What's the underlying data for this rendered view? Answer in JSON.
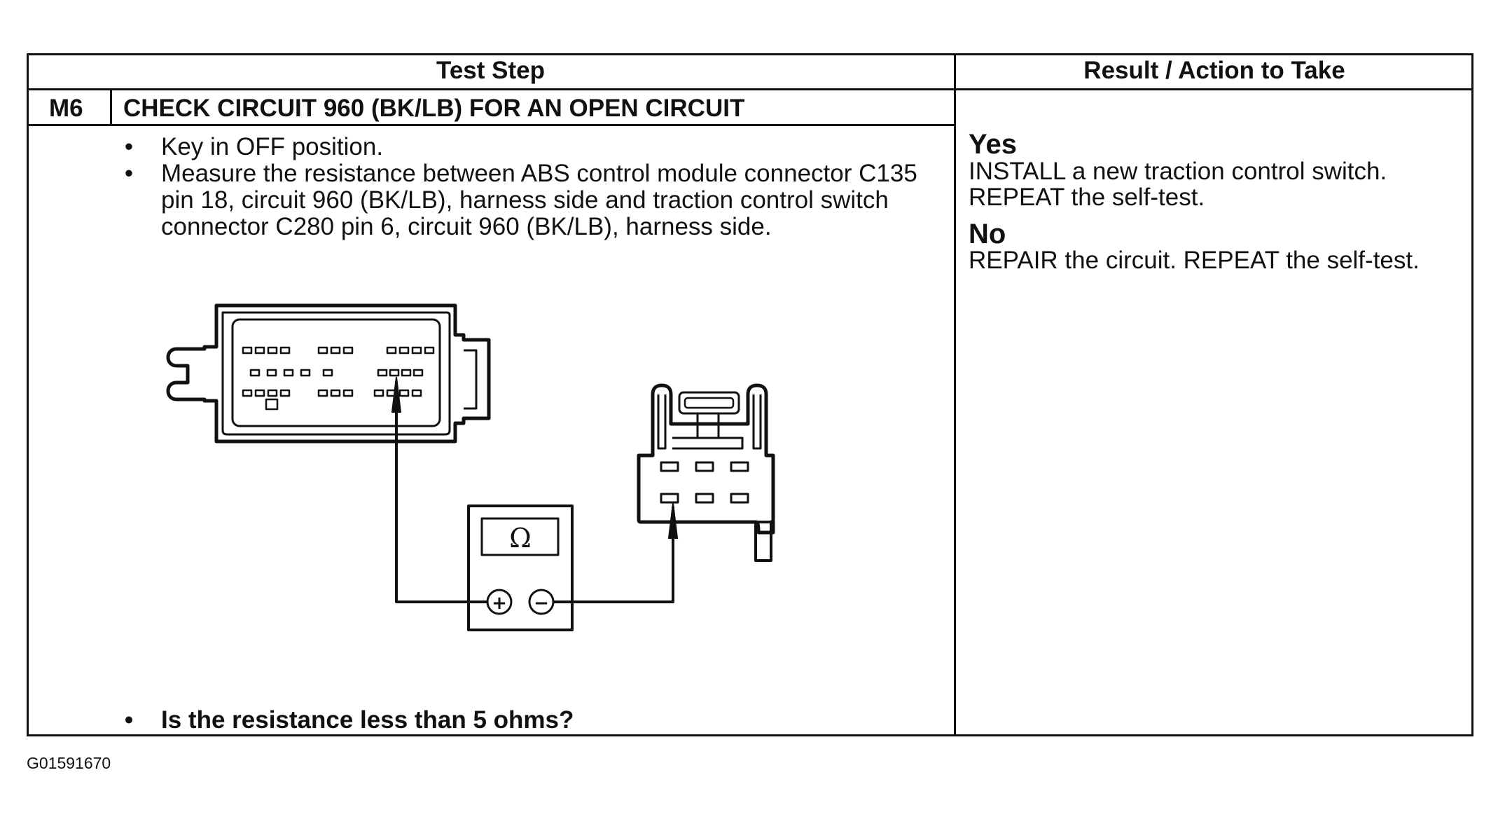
{
  "table": {
    "headers": {
      "test_step": "Test Step",
      "result_action": "Result / Action to Take"
    },
    "step": {
      "code": "M6",
      "title": "CHECK CIRCUIT 960 (BK/LB) FOR AN OPEN CIRCUIT",
      "instructions": [
        "Key in OFF position.",
        "Measure the resistance between ABS control module connector C135 pin 18, circuit 960 (BK/LB), harness side and traction control switch connector C280 pin 6, circuit 960 (BK/LB), harness side."
      ],
      "question": "Is the resistance less than 5 ohms?",
      "bullet": "•"
    },
    "results": [
      {
        "label": "Yes",
        "lines": [
          "INSTALL a new traction control switch.",
          "REPEAT the self-test."
        ]
      },
      {
        "label": "No",
        "lines": [
          "REPAIR the circuit. REPEAT the self-test."
        ]
      }
    ]
  },
  "diagram": {
    "meter_symbol": "Ω",
    "positive_terminal": "+",
    "negative_terminal": "−"
  },
  "figure_id": "G01591670"
}
